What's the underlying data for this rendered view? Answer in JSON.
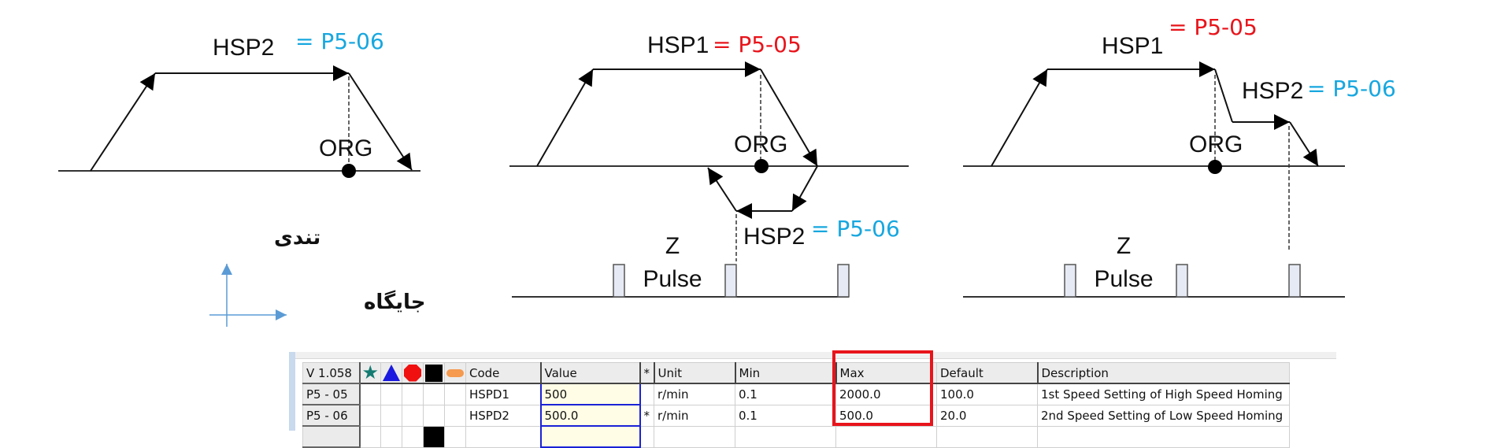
{
  "diagrams": [
    {
      "speed_label": "HSP2",
      "param_eq": "= P5-06",
      "param_color": "#17a7df",
      "origin_label": "ORG"
    },
    {
      "speed1_label": "HSP1",
      "speed1_eq": "= P5-05",
      "speed2_label": "HSP2",
      "speed2_eq": "= P5-06",
      "origin_label": "ORG",
      "z_label": "Z",
      "pulse_label": "Pulse"
    },
    {
      "speed1_label": "HSP1",
      "speed1_eq": "= P5-05",
      "speed2_label": "HSP2",
      "speed2_eq": "= P5-06",
      "origin_label": "ORG",
      "z_label": "Z",
      "pulse_label": "Pulse"
    }
  ],
  "axes_legend": {
    "y_label": "تندی",
    "x_label": "جایگاه",
    "color": "#5b9bd5"
  },
  "colors": {
    "red": "#e8141b",
    "cyan": "#17a7df",
    "highlight": "#e8141b"
  },
  "param_table": {
    "version": "V 1.058",
    "header_icons": [
      "star-icon",
      "triangle-icon",
      "octagon-icon",
      "square-icon",
      "pill-icon"
    ],
    "columns": {
      "code": "Code",
      "value": "Value",
      "flag": "*",
      "unit": "Unit",
      "min": "Min",
      "max": "Max",
      "default": "Default",
      "description": "Description"
    },
    "rows": [
      {
        "param": "P5 - 05",
        "code": "HSPD1",
        "value": "500",
        "flag": "",
        "unit": "r/min",
        "min": "0.1",
        "max": "2000.0",
        "default": "100.0",
        "description": "1st Speed Setting of High Speed Homing"
      },
      {
        "param": "P5 - 06",
        "code": "HSPD2",
        "value": "500.0",
        "flag": "*",
        "unit": "r/min",
        "min": "0.1",
        "max": "500.0",
        "default": "20.0",
        "description": "2nd Speed Setting of Low Speed Homing"
      }
    ],
    "highlighted_column": "Max"
  }
}
